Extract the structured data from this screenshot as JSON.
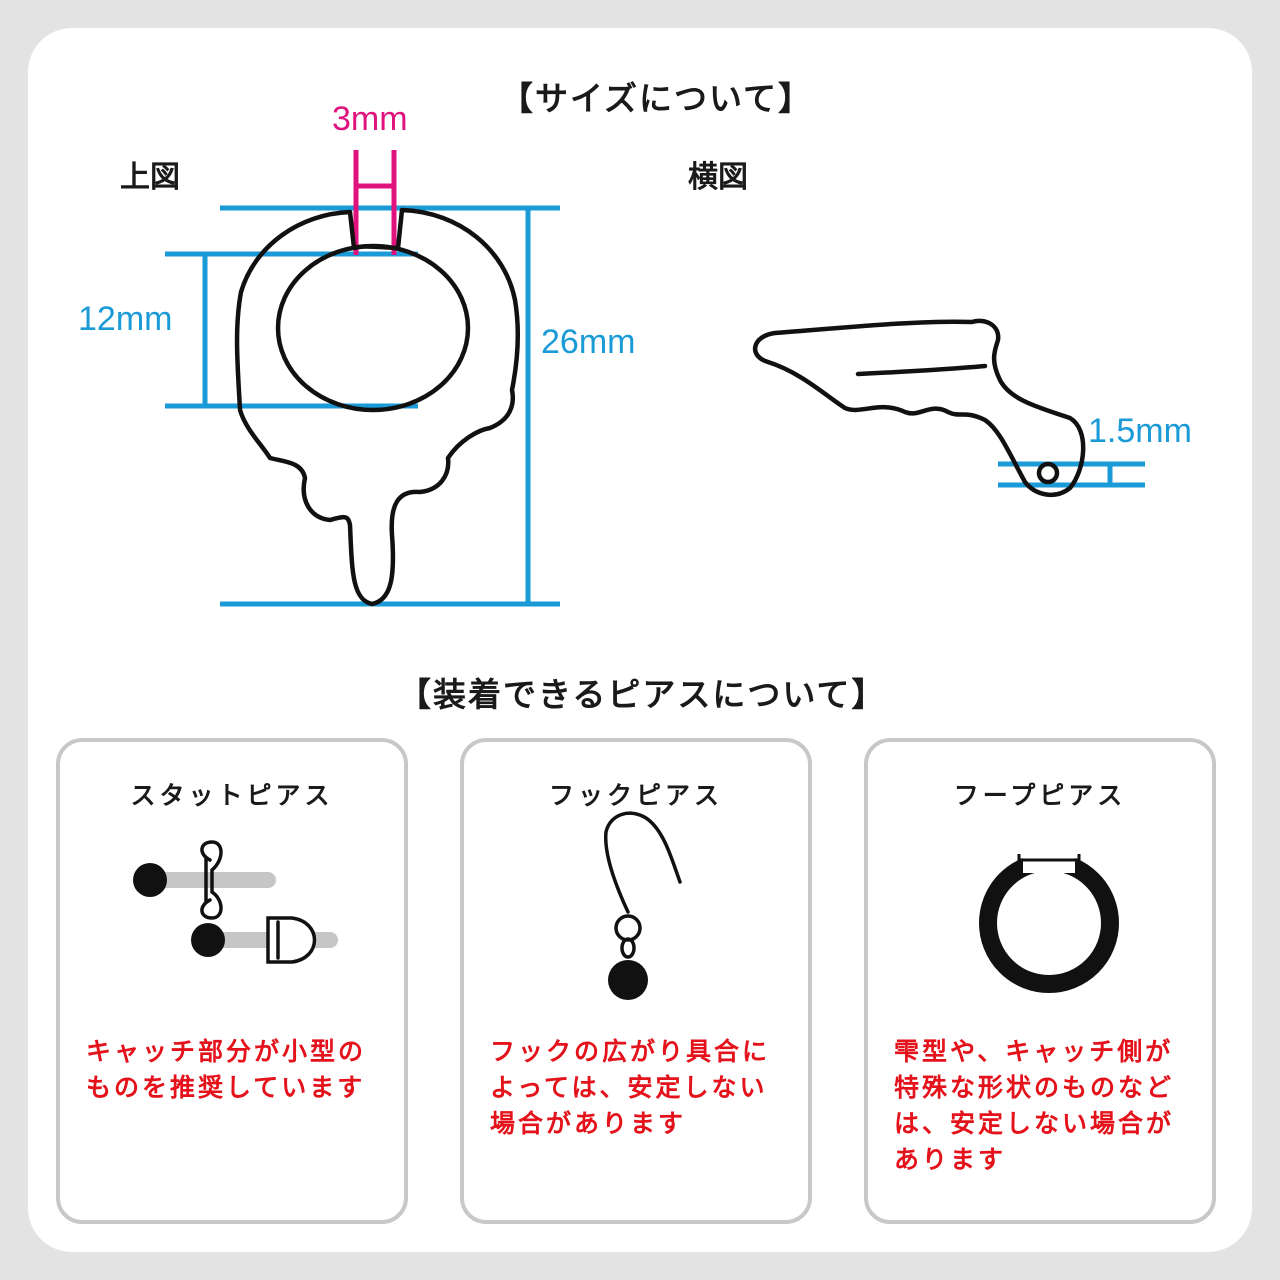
{
  "size_section": {
    "title": "【サイズについて】",
    "top_view": {
      "label": "上図",
      "gap": "3mm",
      "inner": "12mm",
      "height": "26mm"
    },
    "side_view": {
      "label": "横図",
      "thickness": "1.5mm"
    },
    "colors": {
      "dimension": "#1a9ad6",
      "gap_dimension": "#e0127e",
      "outline": "#111111"
    }
  },
  "pierce_section": {
    "title": "【装着できるピアスについて】",
    "cards": [
      {
        "title": "スタットピアス",
        "icon": "stud-earring-icon",
        "note": "キャッチ部分が小型の\nものを推奨しています"
      },
      {
        "title": "フックピアス",
        "icon": "hook-earring-icon",
        "note": "フックの広がり具合に\nよっては、安定しない\n場合があります"
      },
      {
        "title": "フープピアス",
        "icon": "hoop-earring-icon",
        "note": "雫型や、キャッチ側が\n特殊な形状のものなど\nは、安定しない場合が\nあります"
      }
    ],
    "colors": {
      "note": "#e3121b",
      "card_border": "#c8c8c8"
    }
  }
}
